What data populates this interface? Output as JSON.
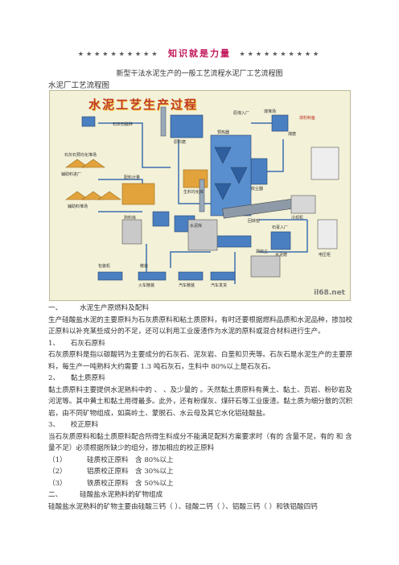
{
  "banner": {
    "stars_left": "★★★★★★★★★★",
    "motto": "知识就是力量",
    "stars_right": "★★★★★★★★★★"
  },
  "doc_title": "新型干法水泥生产的一般工艺流程水泥厂工艺流程图",
  "doc_subtitle": "水泥厂工艺流程图",
  "figure": {
    "title": "水泥工艺生产过程",
    "watermark": "il68.net",
    "labels": {
      "limestone_yard": "石灰石破碎",
      "limestone_storage": "石灰石预均化堆场",
      "raw_material_yard": "辅助料进厂",
      "raw_storage": "辅助料堆场",
      "batching": "配料计量",
      "raw_mill": "原料磨",
      "homogenizing": "生料均化库",
      "preheater": "预热器",
      "kiln": "回转窑",
      "cooler": "冷却机",
      "coal_in": "原煤入厂",
      "coal_storage": "煤堆场",
      "coal_mill": "煤磨",
      "coal_fines": "煤粉制备",
      "clinker_storage": "熟料库",
      "cement_mill": "水泥磨",
      "cement_silo": "水泥库",
      "gypsum": "石膏入厂",
      "packing": "包装机",
      "bulk": "散装",
      "truck": "汽车散装",
      "rail": "火车散装",
      "truck_ship": "汽车发货",
      "power": "电压柜",
      "dust": "收尘器",
      "bag_filter": "袋收尘"
    }
  },
  "body": {
    "s1_num": "一、",
    "s1_title": "水泥生产原燃料及配料",
    "p1": "生产硅酸盐水泥的主要原料为石灰质原料和粘土质原料，有时还要根据燃料品质和水泥品种，掺加校正原料以补充某些成分的不足，还可以利用工业废渣作为水泥的原料或混合材料进行生产。",
    "s1a_num": "1、",
    "s1a_title": "石灰石原料",
    "p2": "石灰质原料是指以碳酸钙为主要成分的石灰石、泥灰岩、白垩和贝壳等。石灰石是水泥生产的主要原料，每生产一吨熟料大约需要 1.3 吨石灰石，生料中 80%以上是石灰石。",
    "s1b_num": "2、",
    "s1b_title": "黏土质原料",
    "p3": "黏土质原料主要提供水泥熟料中的 、 、及少量的 。天然黏土质原料有黄土、黏土、页岩、粉砂岩及河泥等。其中黄土和黏土用得最多。此外，还有粉煤灰、煤矸石等工业废渣。黏土质为细分散的沉积岩，由不同矿物组成，如高岭土、蒙脱石、水云母及其它水化铝硅酸盐。",
    "s1c_num": "3、",
    "s1c_title": "校正原料",
    "p4": "当石灰质原料和黏土质原料配合所得生料成分不能满足配料方案要求时（有的  含量不足，有的  和  含量不足）必须根据所缺少的组分，掺加相应的校正原料",
    "items": [
      {
        "n": "（1）",
        "g": "硅质校正原料",
        "t": "含  80%以上"
      },
      {
        "n": "（2）",
        "g": "铝质校正原料",
        "t": "含  30%以上"
      },
      {
        "n": "（3）",
        "g": "铁质校正原料",
        "t": "含  50%以上"
      }
    ],
    "s2_num": "二、",
    "s2_title": "硅酸盐水泥熟料的矿物组成",
    "p5": "硅酸盐水泥熟料的矿物主要由硅酸三钙（ ）、硅酸二钙（ ）、铝酸三钙（ ）和铁铝酸四钙"
  },
  "colors": {
    "figure_bg": "#f3f1d8",
    "figure_title": "#c0392b",
    "motto": "#c2185b",
    "machine_blue": "#4a7fc1",
    "silo_orange": "#e2a33c"
  }
}
